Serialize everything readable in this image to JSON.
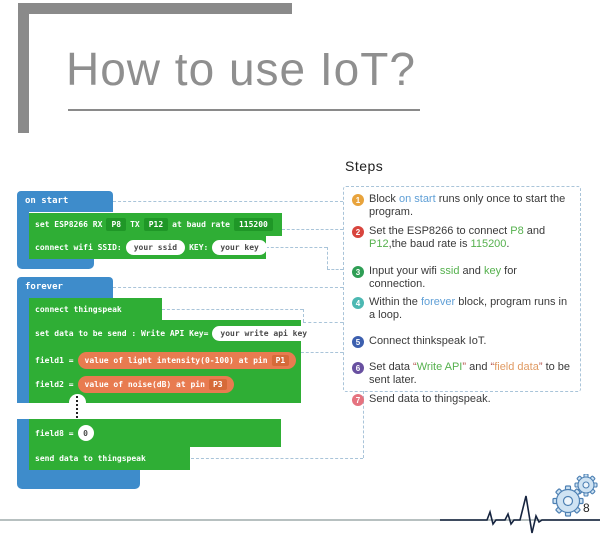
{
  "title": {
    "text": "How to use IoT?"
  },
  "steps_panel": {
    "heading": "Steps",
    "items": [
      {
        "num": "1",
        "color": "#e8a33c",
        "segments": [
          {
            "t": "Block ",
            "c": "plain"
          },
          {
            "t": "on start",
            "c": "blue"
          },
          {
            "t": " runs only once to start the program.",
            "c": "plain"
          }
        ]
      },
      {
        "num": "2",
        "color": "#d8453e",
        "segments": [
          {
            "t": "Set the ESP8266 to connect ",
            "c": "plain"
          },
          {
            "t": "P8",
            "c": "green"
          },
          {
            "t": " and ",
            "c": "plain"
          },
          {
            "t": "P12",
            "c": "green"
          },
          {
            "t": ",the baud rate is ",
            "c": "plain"
          },
          {
            "t": "115200",
            "c": "green"
          },
          {
            "t": ".",
            "c": "plain"
          }
        ]
      },
      {
        "num": "3",
        "color": "#2f9e55",
        "segments": [
          {
            "t": "Input your wifi ",
            "c": "plain"
          },
          {
            "t": "ssid",
            "c": "green"
          },
          {
            "t": " and ",
            "c": "plain"
          },
          {
            "t": "key",
            "c": "green"
          },
          {
            "t": " for connection.",
            "c": "plain"
          }
        ]
      },
      {
        "num": "4",
        "color": "#4cb8b2",
        "segments": [
          {
            "t": "Within the ",
            "c": "plain"
          },
          {
            "t": "forever",
            "c": "blue"
          },
          {
            "t": " block, program runs in a loop.",
            "c": "plain"
          }
        ]
      },
      {
        "num": "5",
        "color": "#3c5fae",
        "segments": [
          {
            "t": "Connect thinkspeak IoT.",
            "c": "plain"
          }
        ]
      },
      {
        "num": "6",
        "color": "#6850a0",
        "segments": [
          {
            "t": "Set data ",
            "c": "plain"
          },
          {
            "t": "“",
            "c": "red"
          },
          {
            "t": "Write API",
            "c": "green"
          },
          {
            "t": "”",
            "c": "red"
          },
          {
            "t": " and ",
            "c": "plain"
          },
          {
            "t": "“",
            "c": "red"
          },
          {
            "t": "field data",
            "c": "orange"
          },
          {
            "t": "”",
            "c": "red"
          },
          {
            "t": " to be sent later.",
            "c": "plain"
          }
        ]
      },
      {
        "num": "7",
        "color": "#e57380",
        "segments": [
          {
            "t": "Send data to thingspeak.",
            "c": "plain"
          }
        ]
      }
    ]
  },
  "blocks": {
    "on_start": {
      "label": "on start"
    },
    "set_esp": {
      "part1": "set ESP8266 RX",
      "rx": "P8",
      "part2": "TX",
      "tx": "P12",
      "part3": "at baud rate",
      "baud": "115200"
    },
    "connect_wifi": {
      "part1": "connect wifi SSID:",
      "ssid": "your ssid",
      "part2": "KEY:",
      "key": "your key"
    },
    "forever": {
      "label": "forever"
    },
    "connect_thingspeak": {
      "label": "connect thingspeak"
    },
    "set_data": {
      "label": "set data to be send : Write API Key=",
      "value": "your write api key"
    },
    "field1": {
      "label": "field1 =",
      "value": "value of light intensity(0-100) at pin",
      "pin": "P1"
    },
    "field2": {
      "label": "field2 =",
      "value": "value of noise(dB) at pin",
      "pin": "P3"
    },
    "field8": {
      "label": "field8 =",
      "value": "0"
    },
    "send_data": {
      "label": "send data to thingspeak"
    }
  },
  "footer": {
    "page_number": "8"
  },
  "colors": {
    "blue": "#5f9fd6",
    "green": "#56b14e",
    "orange": "#e09a62",
    "red": "#b5524a",
    "block_blue": "#3e8ccb",
    "block_green": "#2fae35",
    "block_green_dark": "#1f9727",
    "block_orange": "#e87b50",
    "block_orange_dark": "#d66a39",
    "dashed_line": "#a9c4d9",
    "header_gray": "#8a8a8a"
  }
}
